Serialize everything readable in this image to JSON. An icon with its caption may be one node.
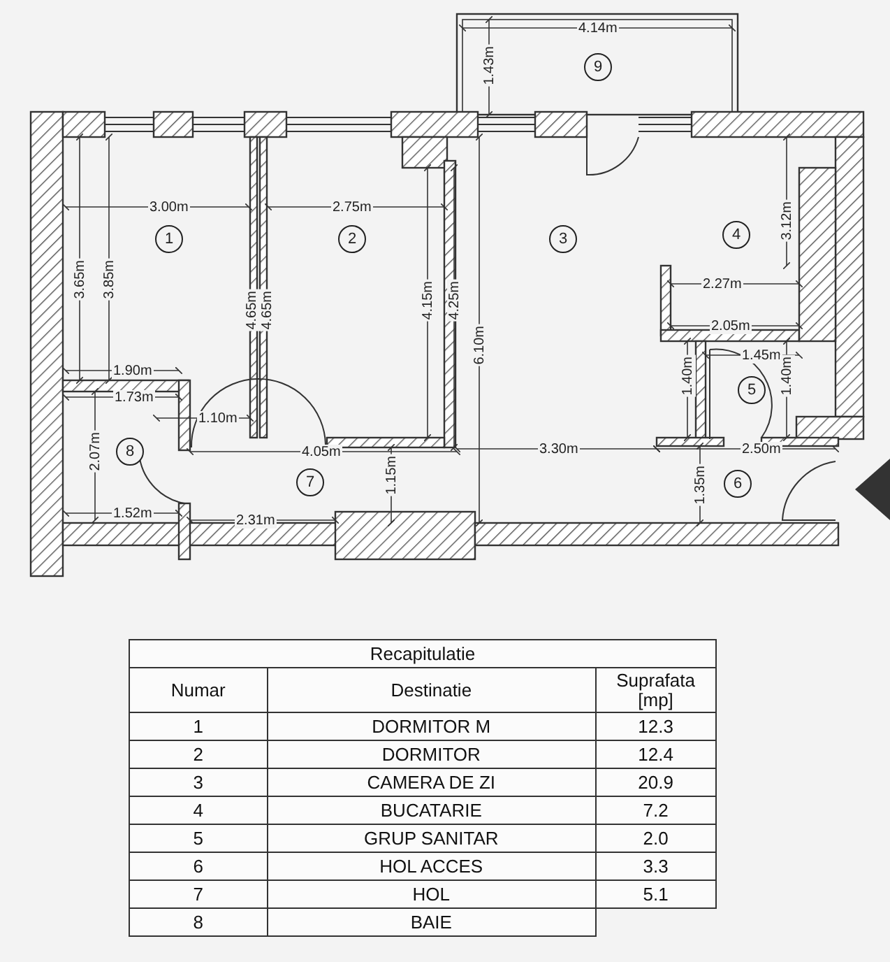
{
  "diagram": {
    "labels": [
      "4.14m",
      "1.43m",
      "9",
      "3.00m",
      "2.75m",
      "1",
      "2",
      "3",
      "4",
      "3.12m",
      "3.65m",
      "3.85m",
      "4.65m",
      "4.65m",
      "4.15m",
      "4.25m",
      "6.10m",
      "2.27m",
      "2.05m",
      "1.90m",
      "1.45m",
      "1.73m",
      "1.40m",
      "1.40m",
      "5",
      "1.10m",
      "2.07m",
      "8",
      "4.05m",
      "3.30m",
      "2.50m",
      "7",
      "1.15m",
      "1.35m",
      "6",
      "1.52m",
      "2.31m",
      "Recapitulatie",
      "Numar",
      "Destinatie",
      "Suprafata [mp]",
      "1",
      "DORMITOR M",
      "12.3",
      "2",
      "DORMITOR",
      "12.4",
      "3",
      "CAMERA DE ZI",
      "20.9",
      "4",
      "BUCATARIE",
      "7.2",
      "5",
      "GRUP SANITAR",
      "2.0",
      "6",
      "HOL ACCES",
      "3.3",
      "7",
      "HOL",
      "5.1",
      "8",
      "BAIE"
    ]
  }
}
